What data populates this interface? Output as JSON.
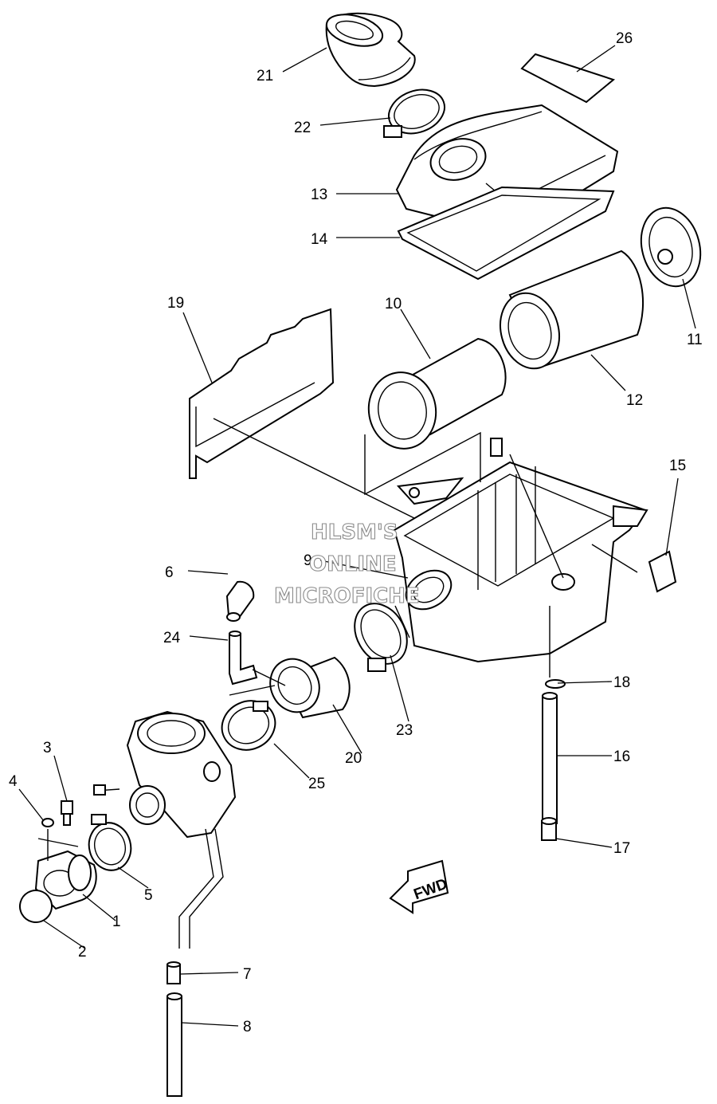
{
  "callouts": [
    {
      "id": "c1",
      "label": "1"
    },
    {
      "id": "c2",
      "label": "2"
    },
    {
      "id": "c3",
      "label": "3"
    },
    {
      "id": "c4",
      "label": "4"
    },
    {
      "id": "c5",
      "label": "5"
    },
    {
      "id": "c6",
      "label": "6"
    },
    {
      "id": "c7",
      "label": "7"
    },
    {
      "id": "c8",
      "label": "8"
    },
    {
      "id": "c9",
      "label": "9"
    },
    {
      "id": "c10",
      "label": "10"
    },
    {
      "id": "c11",
      "label": "11"
    },
    {
      "id": "c12",
      "label": "12"
    },
    {
      "id": "c13",
      "label": "13"
    },
    {
      "id": "c14",
      "label": "14"
    },
    {
      "id": "c15",
      "label": "15"
    },
    {
      "id": "c16",
      "label": "16"
    },
    {
      "id": "c17",
      "label": "17"
    },
    {
      "id": "c18",
      "label": "18"
    },
    {
      "id": "c19",
      "label": "19"
    },
    {
      "id": "c20",
      "label": "20"
    },
    {
      "id": "c21",
      "label": "21"
    },
    {
      "id": "c22",
      "label": "22"
    },
    {
      "id": "c23",
      "label": "23"
    },
    {
      "id": "c24",
      "label": "24"
    },
    {
      "id": "c25",
      "label": "25"
    },
    {
      "id": "c26",
      "label": "26"
    }
  ],
  "watermark": {
    "line1": "HLSM'S",
    "line2": "ONLINE",
    "line3": "MICROFICHE"
  },
  "arrow": {
    "label": "FWD"
  }
}
